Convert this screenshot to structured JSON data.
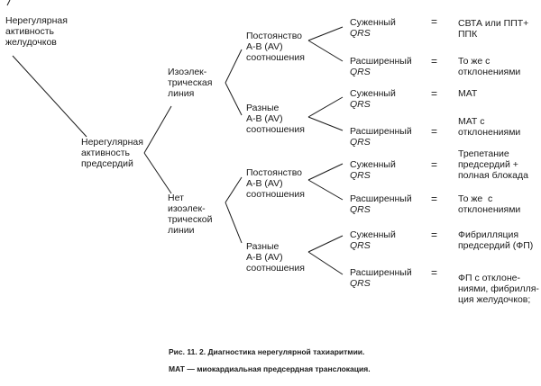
{
  "nodes": {
    "root": "Нерегулярная\nактивность\nжелудочков",
    "atrial": "Нерегулярная\nактивность\nпредсердий",
    "iso": "Изоэлек-\nтрическая\nлиния",
    "noiso": "Нет\nизоэлек-\nтрической\nлинии",
    "const1": "Постоянство\nА-В (AV)\nсоотношения",
    "var1": "Разные\nА-В (AV)\nсоотношения",
    "const2": "Постоянство\nА-В (AV)\nсоотношения",
    "var2": "Разные\nА-В (AV)\nсоотношения"
  },
  "qrs": {
    "narrow": "Суженный",
    "wide": "Расширенный",
    "suffix": "QRS"
  },
  "equals": "=",
  "results": [
    "СВТА или ППТ+\nППК",
    "То же с\nотклонениями",
    "МАТ",
    "МАТ с\nотклонениями",
    "Трепетание\nпредсердий +\nполная блокада",
    "То же  с\nотклонениями",
    "Фибрилляция\nпредсердий (ФП)",
    "ФП с отклоне-\nниями, фибрилля-\nция желудочков;"
  ],
  "caption": {
    "line1": "Рис. 11. 2. Диагностика нерегулярной тахиаритмии.",
    "line2": "МАТ — миокардиальная предсердная транслокация."
  }
}
